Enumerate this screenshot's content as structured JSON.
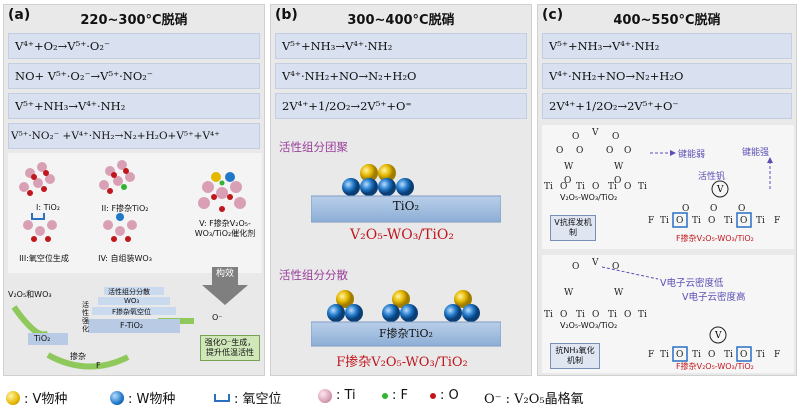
{
  "panel_a": {
    "label": "(a)",
    "title": "220~300°C脱硝",
    "equations": [
      "V⁴⁺+O₂→V⁵⁺·O₂⁻",
      "NO+ V⁵⁺·O₂⁻→V⁵⁺·NO₂⁻",
      "V⁵⁺+NH₃→V⁴⁺·NH₂",
      "V⁵⁺·NO₂⁻ +V⁴⁺·NH₂→N₂+H₂O+V⁵⁺+V⁴⁺"
    ],
    "structures": {
      "s1": "I: TiO₂",
      "s2": "II: F掺杂TiO₂",
      "s3": "III:氧空位生成",
      "s4": "IV: 自组装WO₃",
      "s5": "V: F掺杂V₂O₅-WO₃/TiO₂催化剂"
    },
    "arrow_label": "构效",
    "bottom": {
      "reactants": "V₂O₅和WO₃",
      "tio2": "TiO₂",
      "f_tio2": "F-TiO₂",
      "active_label": "活性组分分散",
      "wo3": "WO₃",
      "f_vacancy": "F掺杂氧空位",
      "doping": "掺杂",
      "f": "F",
      "o_minus": "O⁻",
      "side_stack": "活性强化",
      "result": "强化O⁻生成，提升低温活性"
    }
  },
  "panel_b": {
    "label": "(b)",
    "title": "300~400°C脱硝",
    "equations": [
      "V⁵⁺+NH₃→V⁴⁺·NH₂",
      "V⁴⁺·NH₂+NO→N₂+H₂O",
      "2V⁴⁺+1/2O₂→2V⁵⁺+O⁼"
    ],
    "agg_title": "活性组分团聚",
    "tio2": "TiO₂",
    "formula1": "V₂O₅-WO₃/TiO₂",
    "disp_title": "活性组分分散",
    "f_tio2": "F掺杂TiO₂",
    "formula2": "F掺杂V₂O₅-WO₃/TiO₂"
  },
  "panel_c": {
    "label": "(c)",
    "title": "400~550°C脱硝",
    "equations": [
      "V⁵⁺+NH₃→V⁴⁺·NH₂",
      "V⁴⁺·NH₂+NO→N₂+H₂O",
      "2V⁴⁺+1/2O₂→2V⁵⁺+O⁻"
    ],
    "top": {
      "weak": "键能弱",
      "strong": "键能强",
      "active_v": "活性钒",
      "mech": "V抗挥发机制",
      "formula1": "V₂O₅-WO₃/TiO₂",
      "formula2": "F掺杂V₂O₅-WO₃/TiO₂"
    },
    "bottom": {
      "low": "V电子云密度低",
      "high": "V电子云密度高",
      "mech": "抗NH₃氧化机制",
      "formula1": "V₂O₅-WO₃/TiO₂",
      "formula2": "F掺杂V₂O₅-WO₃/TiO₂"
    }
  },
  "legend": {
    "v": ": V物种",
    "w": ": W物种",
    "vac": ": 氧空位",
    "ti": ": Ti",
    "f": ": F",
    "o": ": O",
    "lattice": "O⁻ : V₂O₅晶格氧"
  }
}
